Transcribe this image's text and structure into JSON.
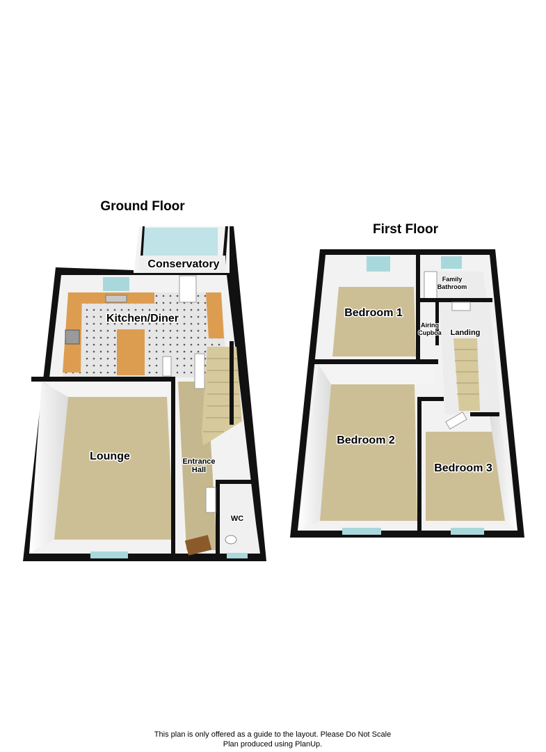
{
  "colors": {
    "wall": "#111111",
    "carpet": "#cdbf95",
    "hall_floor": "#c6b88e",
    "kitchen_floor": "#e6e6e6",
    "worktop": "#dd9d50",
    "wall_inner": "#f2f2f2",
    "window": "#a9d8dc"
  },
  "ground_floor": {
    "title": "Ground Floor",
    "rooms": {
      "conservatory": "Conservatory",
      "kitchen_diner": "Kitchen/Diner",
      "lounge": "Lounge",
      "entrance_hall_line1": "Entrance",
      "entrance_hall_line2": "Hall",
      "wc": "WC"
    }
  },
  "first_floor": {
    "title": "First Floor",
    "rooms": {
      "bedroom_1": "Bedroom 1",
      "family_bathroom_line1": "Family",
      "family_bathroom_line2": "Bathroom",
      "airing_cupboard_line1": "Airing",
      "airing_cupboard_line2": "Cupboa",
      "landing": "Landing",
      "bedroom_2": "Bedroom 2",
      "bedroom_3": "Bedroom 3"
    }
  },
  "footer": {
    "line1": "This plan is only offered as a guide to the layout. Please Do Not Scale",
    "line2": "Plan produced using PlanUp."
  }
}
